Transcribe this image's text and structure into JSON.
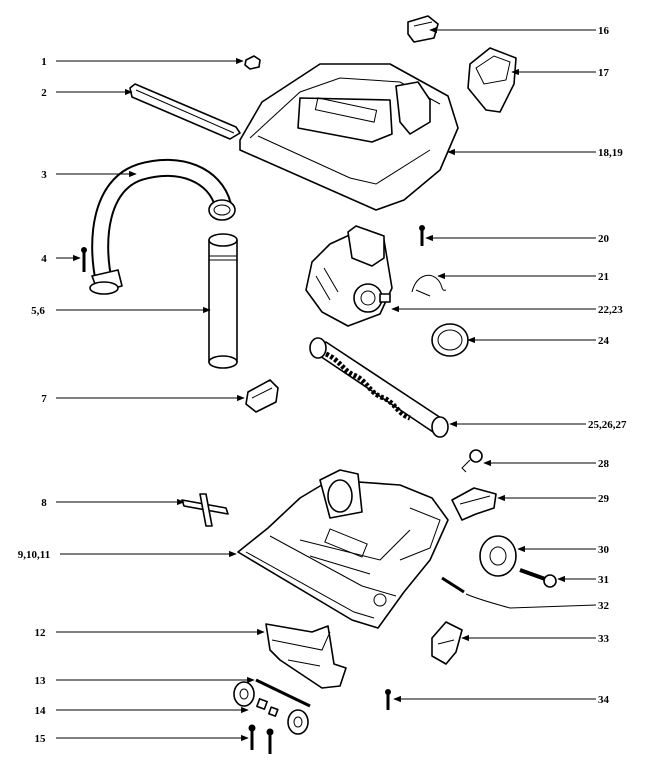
{
  "diagram": {
    "callouts": [
      {
        "id": "c1",
        "label": "1"
      },
      {
        "id": "c2",
        "label": "2"
      },
      {
        "id": "c3",
        "label": "3"
      },
      {
        "id": "c4",
        "label": "4"
      },
      {
        "id": "c5",
        "label": "5,6"
      },
      {
        "id": "c7",
        "label": "7"
      },
      {
        "id": "c8",
        "label": "8"
      },
      {
        "id": "c9",
        "label": "9,10,11"
      },
      {
        "id": "c12",
        "label": "12"
      },
      {
        "id": "c13",
        "label": "13"
      },
      {
        "id": "c14",
        "label": "14"
      },
      {
        "id": "c15",
        "label": "15"
      },
      {
        "id": "c16",
        "label": "16"
      },
      {
        "id": "c17",
        "label": "17"
      },
      {
        "id": "c18",
        "label": "18,19"
      },
      {
        "id": "c20",
        "label": "20"
      },
      {
        "id": "c21",
        "label": "21"
      },
      {
        "id": "c22",
        "label": "22,23"
      },
      {
        "id": "c24",
        "label": "24"
      },
      {
        "id": "c25",
        "label": "25,26,27"
      },
      {
        "id": "c28",
        "label": "28"
      },
      {
        "id": "c29",
        "label": "29"
      },
      {
        "id": "c30",
        "label": "30"
      },
      {
        "id": "c31",
        "label": "31"
      },
      {
        "id": "c32",
        "label": "32"
      },
      {
        "id": "c33",
        "label": "33"
      },
      {
        "id": "c34",
        "label": "34"
      }
    ]
  }
}
